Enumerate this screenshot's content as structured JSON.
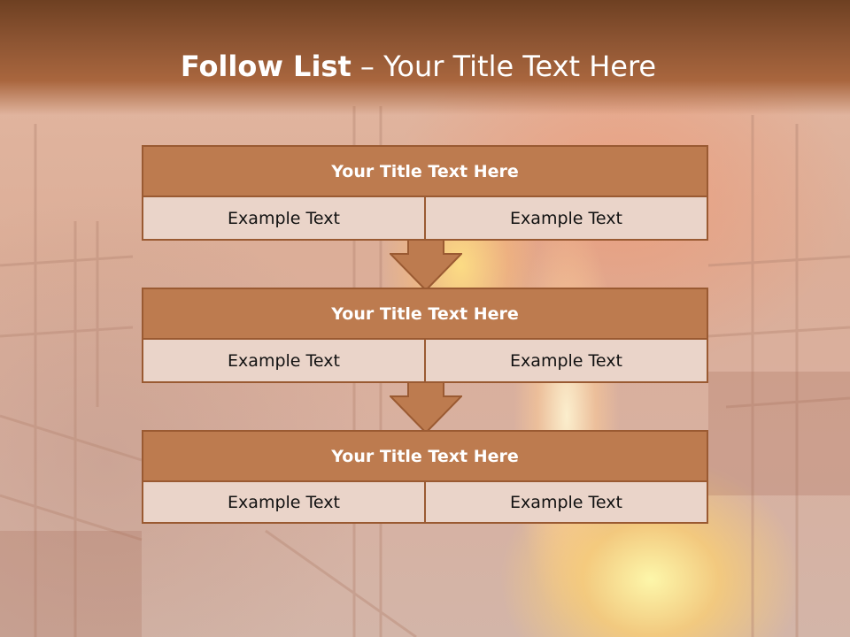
{
  "slide": {
    "title_bold": "Follow List",
    "title_rest": " – Your Title Text Here"
  },
  "steps": [
    {
      "title": "Your Title Text Here",
      "left": "Example Text",
      "right": "Example Text"
    },
    {
      "title": "Your Title Text Here",
      "left": "Example Text",
      "right": "Example Text"
    },
    {
      "title": "Your Title Text Here",
      "left": "Example Text",
      "right": "Example Text"
    }
  ],
  "colors": {
    "header_brown": "#8c5432",
    "block_title": "#bd7b4f",
    "block_body": "#ead4c9",
    "border": "#9a5a32",
    "arrow_fill": "#bd7b4f"
  },
  "icons": [
    "down-arrow-icon"
  ]
}
